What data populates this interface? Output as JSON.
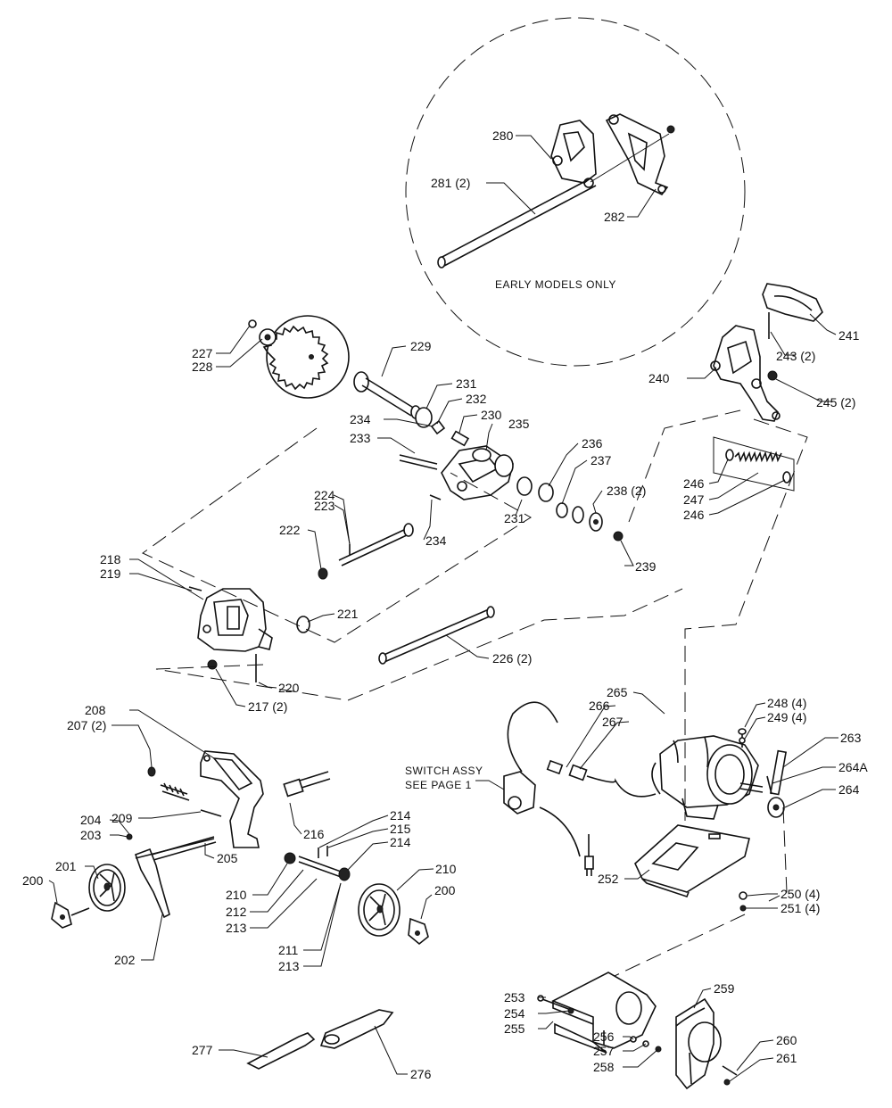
{
  "labels": {
    "200a": "200",
    "200b": "200",
    "201": "201",
    "202": "202",
    "203": "203",
    "204": "204",
    "205": "205",
    "207": "207 (2)",
    "208": "208",
    "209": "209",
    "210a": "210",
    "210b": "210",
    "211": "211",
    "212": "212",
    "213a": "213",
    "213b": "213",
    "214a": "214",
    "214b": "214",
    "215": "215",
    "216": "216",
    "217": "217 (2)",
    "218": "218",
    "219": "219",
    "220": "220",
    "221": "221",
    "222": "222",
    "223": "223",
    "224": "224",
    "226": "226 (2)",
    "227": "227",
    "228": "228",
    "229": "229",
    "230": "230",
    "231a": "231",
    "231b": "231",
    "232": "232",
    "233": "233",
    "234a": "234",
    "234b": "234",
    "235": "235",
    "236": "236",
    "237": "237",
    "238": "238 (2)",
    "239": "239",
    "240": "240",
    "241": "241",
    "243": "243 (2)",
    "245": "245 (2)",
    "246a": "246",
    "246b": "246",
    "247": "247",
    "248": "248 (4)",
    "249": "249 (4)",
    "250": "250 (4)",
    "251": "251 (4)",
    "252": "252",
    "253": "253",
    "254": "254",
    "255": "255",
    "256": "256",
    "257": "257",
    "258": "258",
    "259": "259",
    "260": "260",
    "261": "261",
    "263": "263",
    "264": "264",
    "264A": "264A",
    "265": "265",
    "266": "266",
    "267": "267",
    "276": "276",
    "277": "277",
    "280": "280",
    "281": "281 (2)",
    "282": "282"
  },
  "notes": {
    "early_models": "EARLY MODELS ONLY",
    "switch_line1": "SWITCH ASSY",
    "switch_line2": "SEE PAGE 1"
  }
}
